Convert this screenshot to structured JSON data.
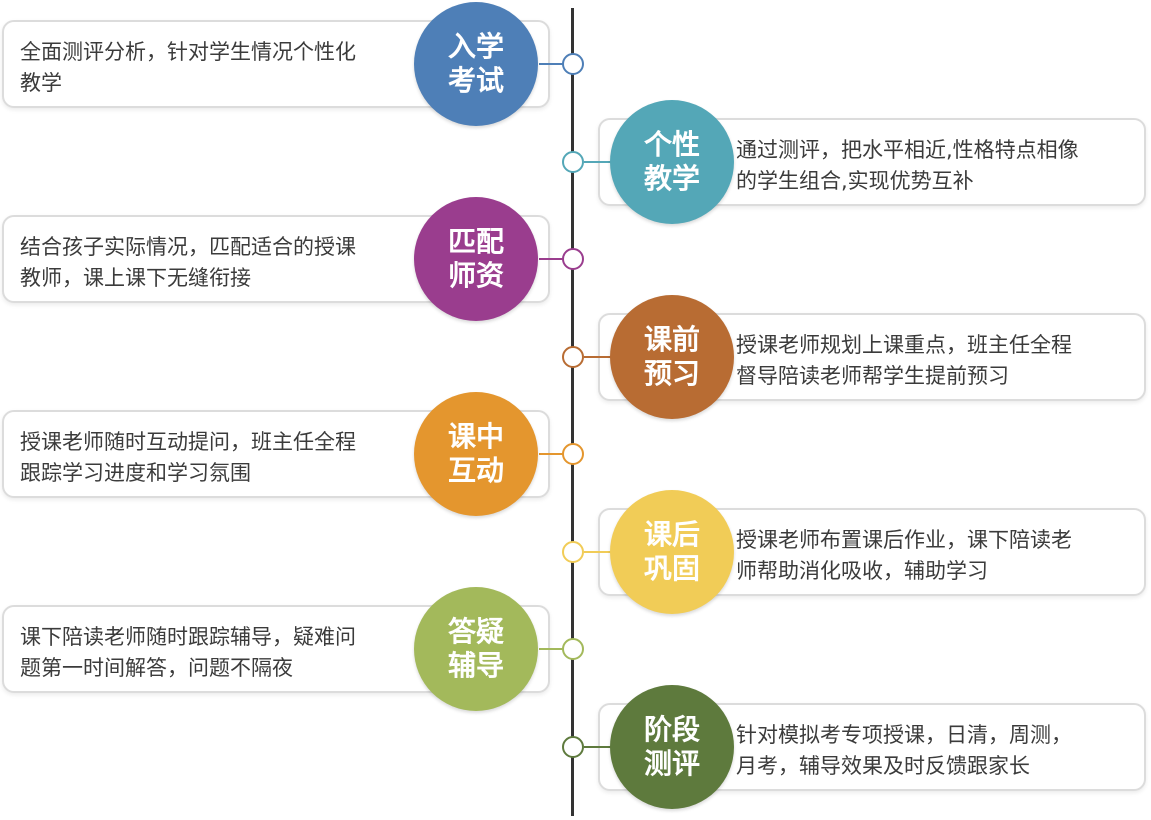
{
  "steps": [
    {
      "title": [
        "入学",
        "考试"
      ],
      "text": [
        "全面测评分析，针对学生情况个性化",
        "教学"
      ],
      "color": "#4e7fb7",
      "side": "left"
    },
    {
      "title": [
        "个性",
        "教学"
      ],
      "text": [
        "通过测评，把水平相近,性格特点相像",
        "的学生组合,实现优势互补"
      ],
      "color": "#54a7b7",
      "side": "right"
    },
    {
      "title": [
        "匹配",
        "师资"
      ],
      "text": [
        "结合孩子实际情况，匹配适合的授课",
        "教师，课上课下无缝衔接"
      ],
      "color": "#9a3d8e",
      "side": "left"
    },
    {
      "title": [
        "课前",
        "预习"
      ],
      "text": [
        "授课老师规划上课重点，班主任全程",
        "督导陪读老师帮学生提前预习"
      ],
      "color": "#b86c33",
      "side": "right"
    },
    {
      "title": [
        "课中",
        "互动"
      ],
      "text": [
        "授课老师随时互动提问，班主任全程",
        "跟踪学习进度和学习氛围"
      ],
      "color": "#e4962e",
      "side": "left"
    },
    {
      "title": [
        "课后",
        "巩固"
      ],
      "text": [
        "授课老师布置课后作业，课下陪读老",
        "师帮助消化吸收，辅助学习"
      ],
      "color": "#f1cc57",
      "side": "right"
    },
    {
      "title": [
        "答疑",
        "辅导"
      ],
      "text": [
        "课下陪读老师随时跟踪辅导，疑难问",
        "题第一时间解答，问题不隔夜"
      ],
      "color": "#a3b95b",
      "side": "left"
    },
    {
      "title": [
        "阶段",
        "测评"
      ],
      "text": [
        "针对模拟考专项授课，日清，周测，",
        "月考，辅导效果及时反馈跟家长"
      ],
      "color": "#5e7a3d",
      "side": "right"
    }
  ]
}
